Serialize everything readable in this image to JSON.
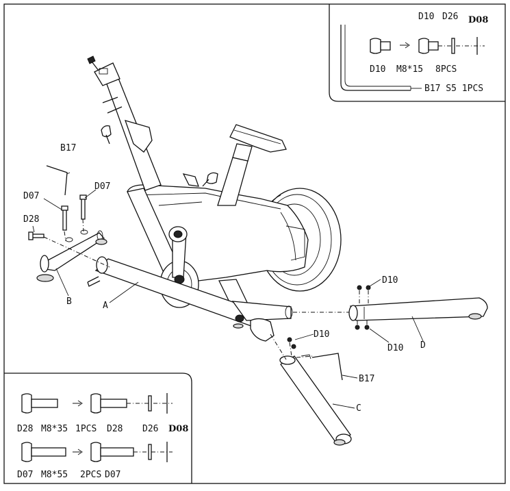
{
  "parts": {
    "frame_main": "A",
    "front_stabilizer": "B",
    "rear_stabilizer_c": "C",
    "rear_stabilizer_d": "D",
    "wrench": "B17",
    "carriage_bolt": "D07",
    "bolt_d28": "D28",
    "bolt_d10": "D10",
    "washer_d26": "D26",
    "washer_d08": "D08"
  },
  "hardware_box_top": {
    "label_d10_left": "D10",
    "label_spec": "M8*15",
    "label_d10_top": "D10",
    "label_d26": "D26",
    "label_d08": "D08",
    "label_qty": "8PCS",
    "wrench_caption": "B17 S5 1PCS"
  },
  "hardware_box_bottom": {
    "row1": {
      "part": "D28",
      "spec": "M8*35",
      "qty": "1PCS",
      "part_right": "D28",
      "washer1": "D26",
      "washer2": "D08"
    },
    "row2": {
      "part": "D07",
      "spec": "M8*55",
      "qty": "2PCS",
      "part_right": "D07"
    }
  },
  "callouts": {
    "b17_left": "B17",
    "d07_left": "D07",
    "d07_right": "D07",
    "d28": "D28",
    "b": "B",
    "a": "A",
    "d10_top_right": "D10",
    "d10_bottom_right": "D10",
    "d": "D",
    "d10_center": "D10",
    "b17_center": "B17",
    "c": "C"
  }
}
